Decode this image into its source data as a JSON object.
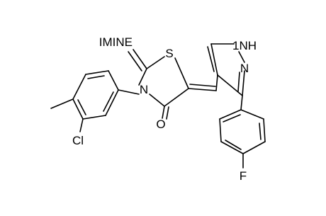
{
  "molecule": {
    "atom_labels": {
      "imine": "IMINE",
      "sulfur": "S",
      "ring_nitrogen": "N",
      "carbonyl_oxygen": "O",
      "pyrazole_nh": "1NH",
      "pyrazole_n": "N",
      "chlorine": "Cl",
      "fluorine": "F"
    }
  }
}
